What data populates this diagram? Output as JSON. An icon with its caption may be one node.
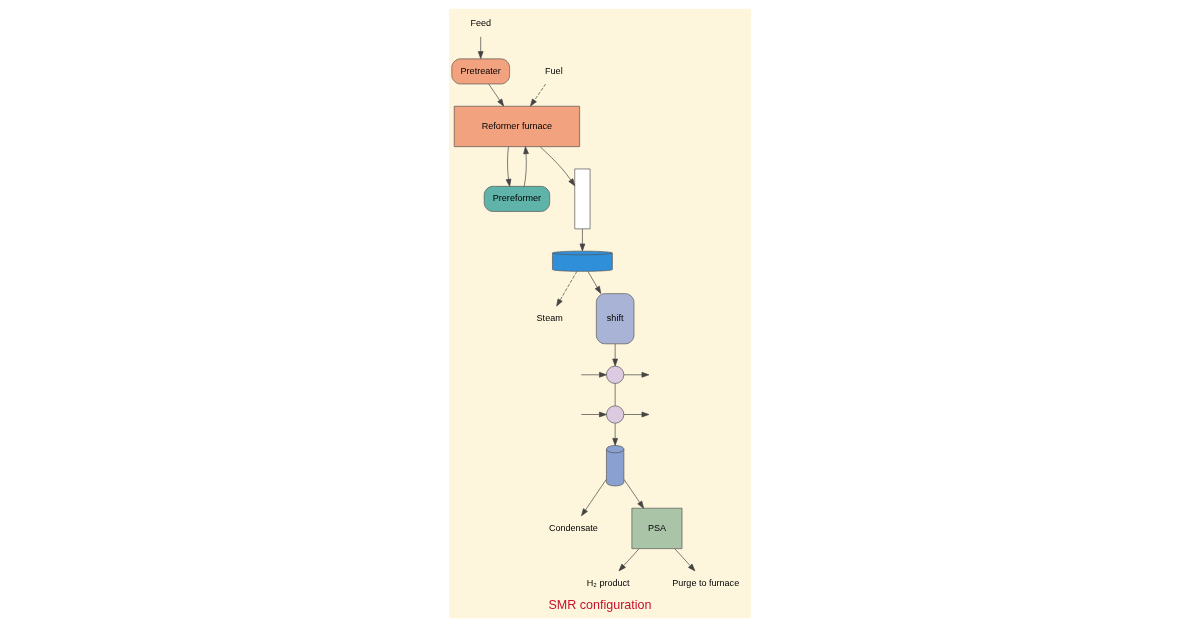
{
  "diagram": {
    "caption": "SMR configuration",
    "nodes": [
      {
        "text": [
          "Feed"
        ]
      },
      {
        "text": [
          "Pretreater"
        ]
      },
      {
        "text": [
          "Reformer furnace"
        ]
      },
      {
        "text": [
          "Prereformer"
        ]
      },
      {
        "text": [],
        "shape": "box"
      },
      {
        "text": [
          "Fuel"
        ]
      },
      {
        "text": [],
        "shape": "cylinder"
      },
      {
        "text": [
          "Steam"
        ]
      },
      {
        "text": [
          "shift"
        ]
      },
      {
        "text": [],
        "shape": "circle"
      },
      {
        "text": [],
        "shape": "circle"
      },
      {
        "text": [],
        "shape": "cylinder"
      },
      {
        "text": [
          "Condensate"
        ]
      },
      {
        "text": [
          "PSA"
        ]
      },
      {
        "text": [
          "H₂ product"
        ]
      },
      {
        "text": [
          "Purge to furnace"
        ]
      }
    ],
    "edges": [
      {
        "from": 0,
        "to": 1,
        "arrow": "to"
      },
      {
        "from": 1,
        "to": 2,
        "arrow": "to"
      },
      {
        "from": 2,
        "to": 3,
        "arrow": "to"
      },
      {
        "from": 3,
        "to": 2,
        "arrow": "to"
      },
      {
        "from": 2,
        "to": 4,
        "arrow": "to"
      },
      {
        "from": 5,
        "to": 2,
        "arrow": "to",
        "style": "dashed"
      },
      {
        "from": 4,
        "to": 6,
        "arrow": "to"
      },
      {
        "from": 6,
        "to": 7,
        "arrow": "to",
        "style": "dashed"
      },
      {
        "from": 6,
        "to": 8,
        "arrow": "to"
      },
      {
        "from": 8,
        "to": 9,
        "arrow": "to"
      },
      {
        "from": null,
        "to": 9,
        "arrow": "to"
      },
      {
        "from": 9,
        "to": null,
        "arrow": "to"
      },
      {
        "from": 9,
        "to": 10,
        "arrow": "none"
      },
      {
        "from": null,
        "to": 10,
        "arrow": "to"
      },
      {
        "from": 10,
        "to": null,
        "arrow": "to"
      },
      {
        "from": 10,
        "to": 11,
        "arrow": "to"
      },
      {
        "from": 11,
        "to": 13,
        "arrow": "to"
      },
      {
        "from": 11,
        "to": 12,
        "arrow": "to"
      },
      {
        "from": 13,
        "to": 14,
        "arrow": "to"
      },
      {
        "from": 13,
        "to": 15,
        "arrow": "to"
      }
    ]
  }
}
